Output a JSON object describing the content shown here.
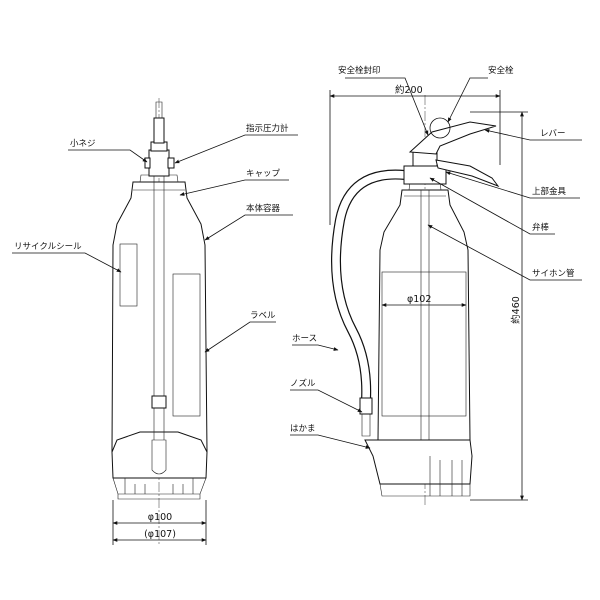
{
  "labels": {
    "small_screw": "小ネジ",
    "pressure_gauge": "指示圧力計",
    "cap": "キャップ",
    "body_container": "本体容器",
    "recycle_seal": "リサイクルシール",
    "label": "ラベル",
    "hose": "ホース",
    "nozzle": "ノズル",
    "hakama": "はかま",
    "safety_pin_seal": "安全栓封印",
    "safety_pin": "安全栓",
    "lever": "レバー",
    "upper_fitting": "上部金具",
    "valve_stem": "弁棒",
    "siphon_tube": "サイホン管"
  },
  "dimensions": {
    "width_100": "φ100",
    "width_107": "(φ107)",
    "width_200": "約200",
    "diameter_102": "φ102",
    "height_460": "約460"
  },
  "colors": {
    "line": "#111111",
    "background": "#ffffff"
  }
}
